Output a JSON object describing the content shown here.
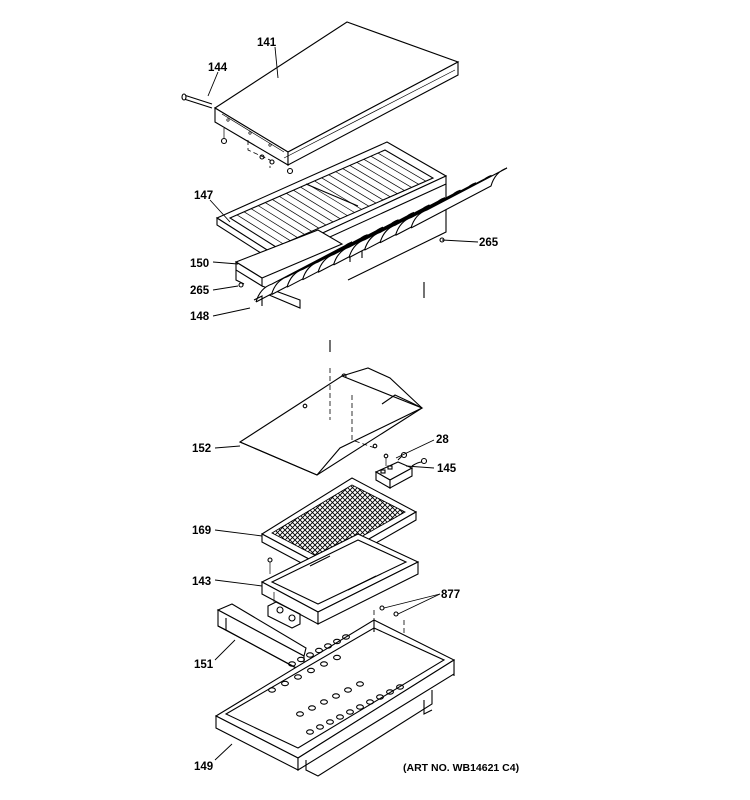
{
  "callouts": {
    "p141": "141",
    "p144": "144",
    "p147": "147",
    "p265a": "265",
    "p150": "150",
    "p265b": "265",
    "p148": "148",
    "p152": "152",
    "p28": "28",
    "p145": "145",
    "p169": "169",
    "p143": "143",
    "p877": "877",
    "p151": "151",
    "p149": "149"
  },
  "art_number": "(ART NO. WB14621 C4)"
}
